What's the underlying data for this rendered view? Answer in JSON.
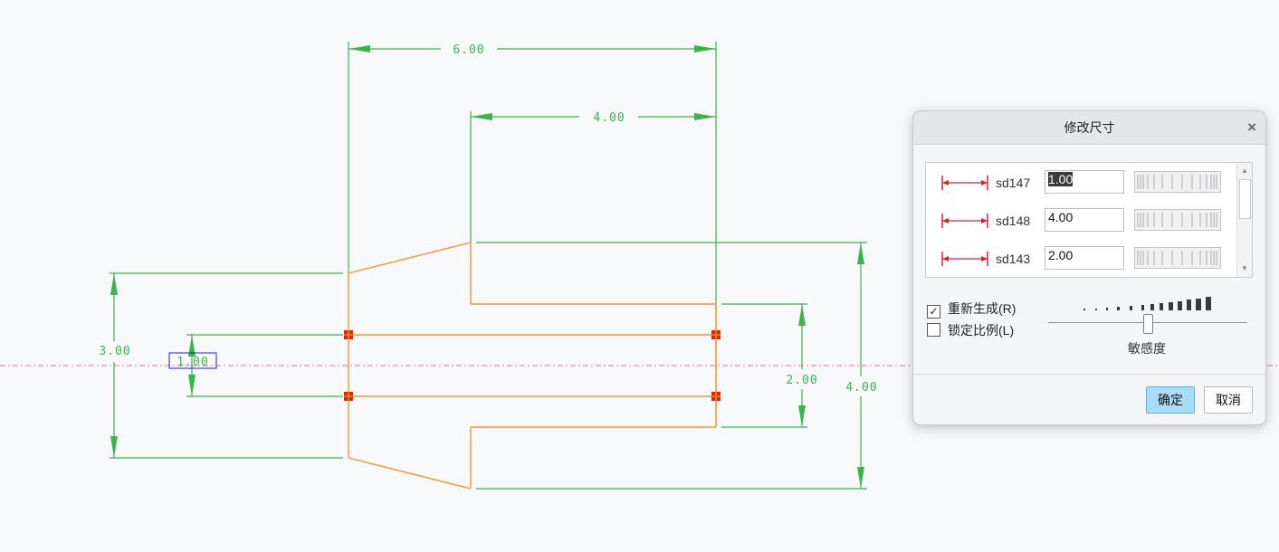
{
  "sketch": {
    "dimensions": {
      "top_width": "6.00",
      "inner_width": "4.00",
      "left_height": "3.00",
      "small_height": "1.00",
      "right_inner_height": "2.00",
      "right_outer_height": "4.00"
    },
    "colors": {
      "dimension": "#3bb44a",
      "geometry": "#f29530",
      "centerline": "#ee6aa7",
      "vertex": "#e8200f",
      "selected_box": "#2020d0"
    }
  },
  "dialog": {
    "title": "修改尺寸",
    "close_icon": "close-icon",
    "dimensions": [
      {
        "name": "sd147",
        "value": "1.00",
        "selected": true
      },
      {
        "name": "sd148",
        "value": "4.00",
        "selected": false
      },
      {
        "name": "sd143",
        "value": "2.00",
        "selected": false
      }
    ],
    "regenerate_label": "重新生成(R)",
    "regenerate_checked": true,
    "lock_scale_label": "锁定比例(L)",
    "lock_scale_checked": false,
    "sensitivity_label": "敏感度",
    "sensitivity_level": 0.5,
    "ok_label": "确定",
    "cancel_label": "取消"
  }
}
